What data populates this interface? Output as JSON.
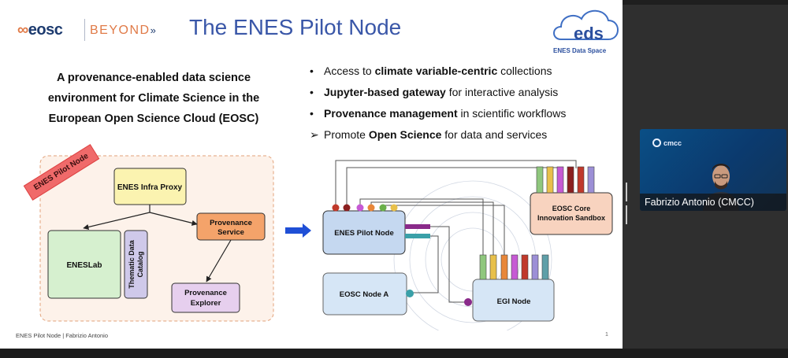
{
  "slide": {
    "brand_left": "eosc",
    "brand_right": "BEYOND",
    "title": "The ENES Pilot Node",
    "eds_logo_text": "eds",
    "eds_caption": "ENES Data Space",
    "subtitle_lines": [
      "A provenance-enabled data science",
      "environment for Climate Science in the",
      "European Open Science Cloud (EOSC)"
    ],
    "bullets": [
      {
        "marker": "•",
        "pre": "Access to ",
        "bold": "climate variable-centric",
        "post": " collections"
      },
      {
        "marker": "•",
        "pre": "",
        "bold": "Jupyter-based gateway",
        "post": " for interactive analysis"
      },
      {
        "marker": "•",
        "pre": "",
        "bold": "Provenance management",
        "post": " in scientific workflows"
      },
      {
        "marker": "➢",
        "pre": "Promote ",
        "bold": "Open Science",
        "post": " for data and services"
      }
    ],
    "left_diagram": {
      "badge": "ENES Pilot Node",
      "infra_proxy": "ENES Infra Proxy",
      "provenance_service": [
        "Provenance",
        "Service"
      ],
      "eneslab": "ENESLab",
      "catalog": [
        "Thematic Data",
        "Catalog"
      ],
      "provenance_explorer": [
        "Provenance",
        "Explorer"
      ]
    },
    "right_diagram": {
      "enes_pilot_node": "ENES Pilot Node",
      "eosc_core": [
        "EOSC Core",
        "Innovation Sandbox"
      ],
      "eosc_node_a": "EOSC Node A",
      "egi_node": "EGI Node"
    },
    "footer": "ENES Pilot Node | Fabrizio Antonio",
    "page_number": "1"
  },
  "video": {
    "org_logo": "cmcc",
    "participant_name": "Fabrizio Antonio (CMCC)"
  },
  "colors": {
    "title_blue": "#3a57a8",
    "brand_orange": "#e07a47",
    "proxy_yellow": "#fbf3b0",
    "prov_service_orange": "#f4a36a",
    "eneslab_green": "#d6f0cf",
    "catalog_lavender": "#cfc9ea",
    "explorer_purple": "#e6cfee",
    "node_blue": "#c5d8f0",
    "sandbox_peach": "#f8d3bf",
    "arrow_blue": "#1f4fd6",
    "badge_red": "#f06a6a"
  }
}
